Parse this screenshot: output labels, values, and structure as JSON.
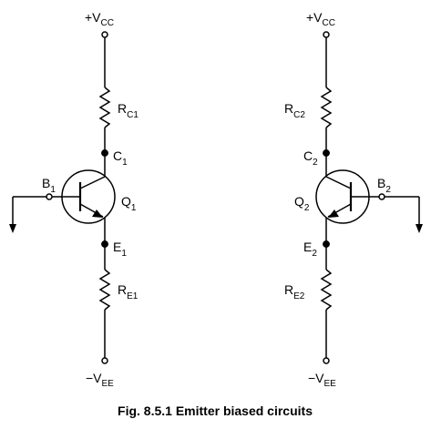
{
  "caption": "Fig. 8.5.1 Emitter biased circuits",
  "left_circuit": {
    "supply_top": {
      "main": "+V",
      "sub": "CC"
    },
    "collector_resistor": {
      "main": "R",
      "sub": "C1"
    },
    "collector_node": {
      "main": "C",
      "sub": "1"
    },
    "base_node": {
      "main": "B",
      "sub": "1"
    },
    "transistor": {
      "main": "Q",
      "sub": "1"
    },
    "emitter_node": {
      "main": "E",
      "sub": "1"
    },
    "emitter_resistor": {
      "main": "R",
      "sub": "E1"
    },
    "supply_bottom": {
      "main": "−V",
      "sub": "EE"
    }
  },
  "right_circuit": {
    "supply_top": {
      "main": "+V",
      "sub": "CC"
    },
    "collector_resistor": {
      "main": "R",
      "sub": "C2"
    },
    "collector_node": {
      "main": "C",
      "sub": "2"
    },
    "base_node": {
      "main": "B",
      "sub": "2"
    },
    "transistor": {
      "main": "Q",
      "sub": "2"
    },
    "emitter_node": {
      "main": "E",
      "sub": "2"
    },
    "emitter_resistor": {
      "main": "R",
      "sub": "E2"
    },
    "supply_bottom": {
      "main": "−V",
      "sub": "EE"
    }
  }
}
